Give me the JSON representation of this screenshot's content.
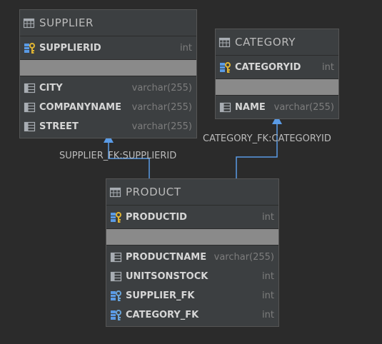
{
  "tables": {
    "supplier": {
      "name": "SUPPLIER",
      "pk": {
        "name": "SUPPLIERID",
        "type": "int",
        "icon": "primary-key-icon"
      },
      "columns": [
        {
          "name": "CITY",
          "type": "varchar(255)",
          "icon": "column-icon"
        },
        {
          "name": "COMPANYNAME",
          "type": "varchar(255)",
          "icon": "column-icon"
        },
        {
          "name": "STREET",
          "type": "varchar(255)",
          "icon": "column-icon"
        }
      ]
    },
    "category": {
      "name": "CATEGORY",
      "pk": {
        "name": "CATEGORYID",
        "type": "int",
        "icon": "primary-key-icon"
      },
      "columns": [
        {
          "name": "NAME",
          "type": "varchar(255)",
          "icon": "column-icon"
        }
      ]
    },
    "product": {
      "name": "PRODUCT",
      "pk": {
        "name": "PRODUCTID",
        "type": "int",
        "icon": "primary-key-icon"
      },
      "columns": [
        {
          "name": "PRODUCTNAME",
          "type": "varchar(255)",
          "icon": "column-icon"
        },
        {
          "name": "UNITSONSTOCK",
          "type": "int",
          "icon": "column-icon"
        },
        {
          "name": "SUPPLIER_FK",
          "type": "int",
          "icon": "foreign-key-icon"
        },
        {
          "name": "CATEGORY_FK",
          "type": "int",
          "icon": "foreign-key-icon"
        }
      ]
    }
  },
  "links": {
    "supplier_fk": "SUPPLIER_FK:SUPPLIERID",
    "category_fk": "CATEGORY_FK:CATEGORYID"
  },
  "colors": {
    "background": "#2b2b2b",
    "table_body": "#3c3f41",
    "link_line": "#5a9be6"
  }
}
